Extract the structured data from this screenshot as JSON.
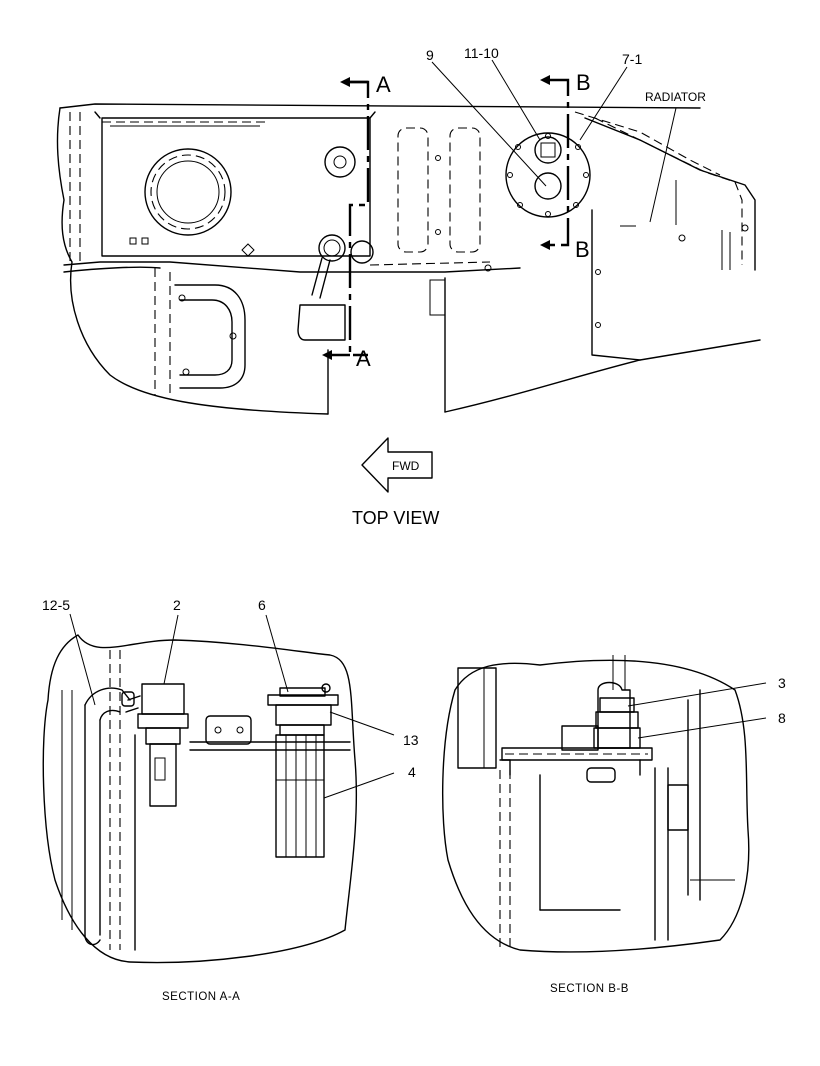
{
  "section_markers": {
    "a_top": "A",
    "a_bottom": "A",
    "b_top": "B",
    "b_bottom": "B"
  },
  "callouts": {
    "c9": "9",
    "c11_10": "11-10",
    "c7_1": "7-1",
    "radiator": "RADIATOR",
    "c12_5": "12-5",
    "c2": "2",
    "c6": "6",
    "c13": "13",
    "c4": "4",
    "c3": "3",
    "c8": "8"
  },
  "direction_arrow": {
    "label": "FWD"
  },
  "captions": {
    "top_view": "TOP VIEW",
    "section_aa": "SECTION A-A",
    "section_bb": "SECTION B-B"
  },
  "colors": {
    "line": "#000000",
    "background": "#ffffff"
  }
}
